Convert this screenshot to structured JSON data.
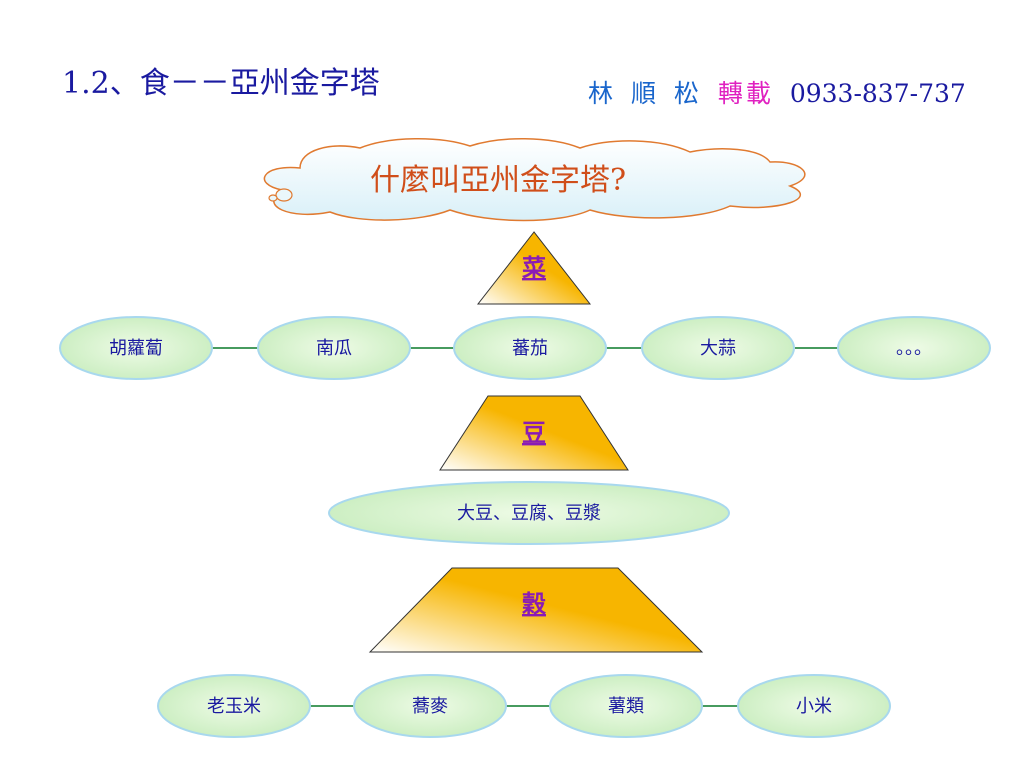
{
  "header": {
    "title": "1.2、食－－亞州金字塔",
    "credit_name": "林 順 松",
    "credit_repost": "轉載",
    "credit_phone": "0933-837-737"
  },
  "cloud": {
    "question": "什麼叫亞州金字塔?"
  },
  "tiers": [
    {
      "label": "菜"
    },
    {
      "label": "豆"
    },
    {
      "label": "穀"
    }
  ],
  "vegetables": [
    "胡蘿蔔",
    "南瓜",
    "蕃茄",
    "大蒜",
    "。。。"
  ],
  "beans": [
    "大豆、豆腐、豆漿"
  ],
  "grains": [
    "老玉米",
    "蕎麥",
    "薯類",
    "小米"
  ],
  "colors": {
    "node_fill": "#d4f2cc",
    "node_stroke": "#a8d8ee",
    "arrow": "#0a7a2a",
    "tier_gold": "#f7b500",
    "cloud_stroke": "#e07a30",
    "cloud_fill": "#eaf7fb"
  }
}
